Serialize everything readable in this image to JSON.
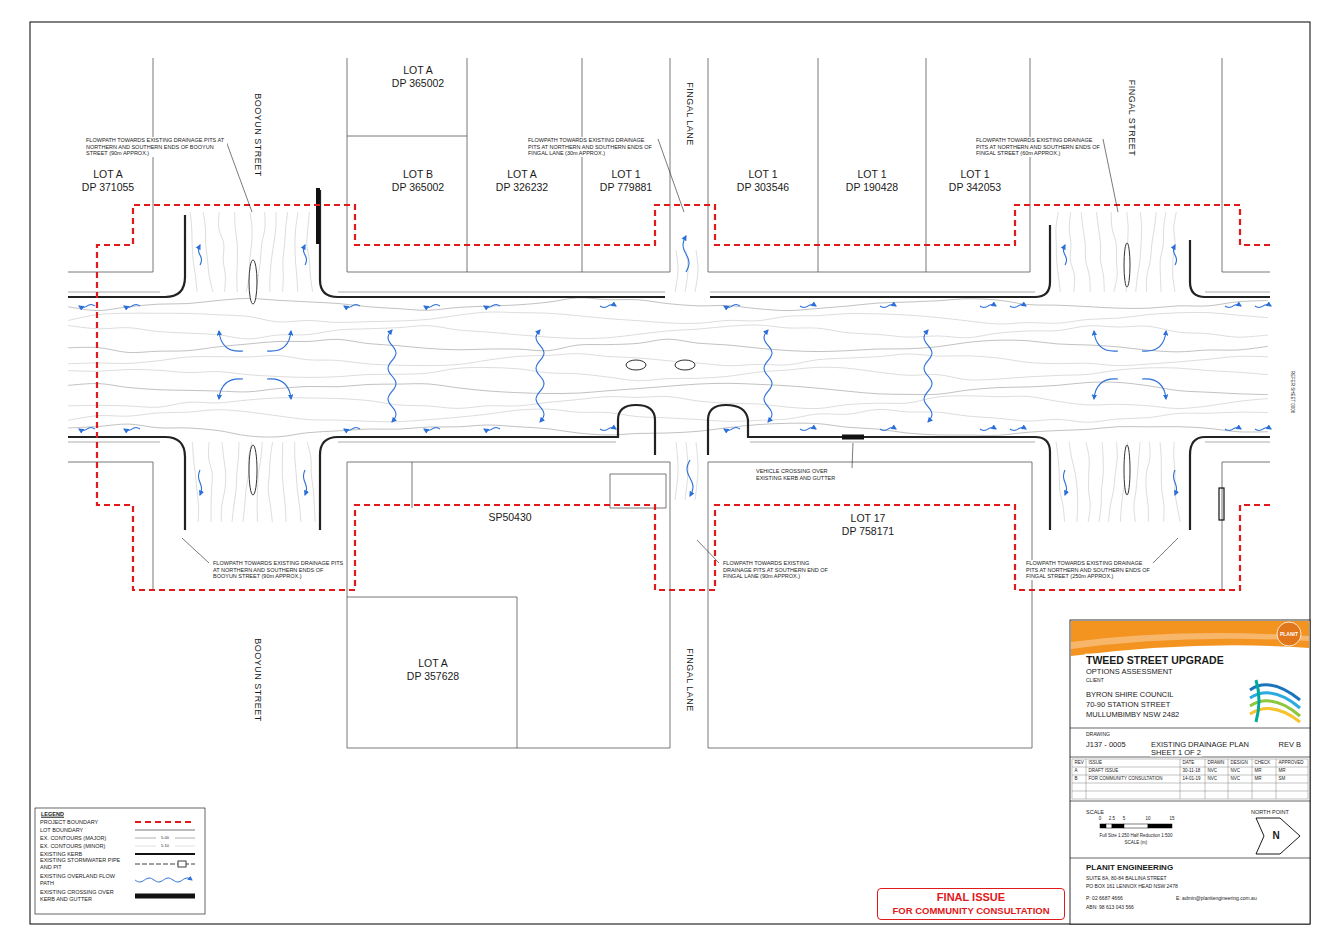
{
  "diagram": {
    "nodes": [
      {
        "text": [
          "LOT A",
          "DP 365002"
        ]
      },
      {
        "text": [
          "LOT A",
          "DP 371055"
        ]
      },
      {
        "text": [
          "LOT B",
          "DP 365002"
        ]
      },
      {
        "text": [
          "LOT A",
          "DP 326232"
        ]
      },
      {
        "text": [
          "LOT 1",
          "DP 779881"
        ]
      },
      {
        "text": [
          "LOT 1",
          "DP 303546"
        ]
      },
      {
        "text": [
          "LOT 1",
          "DP 190428"
        ]
      },
      {
        "text": [
          "LOT 1",
          "DP 342053"
        ]
      },
      {
        "text": [
          "SP50430"
        ]
      },
      {
        "text": [
          "LOT 17",
          "DP 758171"
        ]
      },
      {
        "text": [
          "LOT A",
          "DP 357628"
        ]
      },
      {
        "text": [
          "FINAL ISSUE",
          "FOR COMMUNITY CONSULTATION"
        ]
      }
    ],
    "labels": [
      "BOOYUN STREET",
      "FINGAL LANE",
      "FINGAL STREET",
      "FLOWPATH TOWARDS EXISTING DRAINAGE PITS AT NORTHERN AND SOUTHERN ENDS OF BOOYUN STREET (90m APPROX.)",
      "FLOWPATH TOWARDS EXISTING DRAINAGE PITS AT NORTHERN AND SOUTHERN ENDS OF FINGAL LANE (30m APPROX.)",
      "FLOWPATH TOWARDS EXISTING DRAINAGE PITS AT NORTHERN AND SOUTHERN ENDS OF FINGAL STREET (60m APPROX.)",
      "FLOWPATH TOWARDS EXISTING DRAINAGE PITS AT NORTHERN AND SOUTHERN ENDS OF BOOYUN STREET (90m APPROX.)",
      "VEHICLE CROSSING OVER EXISTING KERB AND GUTTER",
      "FLOWPATH TOWARDS EXISTING DRAINAGE PITS AT SOUTHERN END OF FINGAL LANE (90m APPROX.)",
      "FLOWPATH TOWARDS EXISTING DRAINAGE PITS AT NORTHERN AND SOUTHERN ENDS OF FINGAL STREET (250m APPROX.)",
      "REFER SHEET 0006",
      "BOOYUN STREET",
      "FINGAL LANE",
      "PLANIT",
      "TWEED STREET UPGRADE",
      "OPTIONS ASSESSMENT",
      "CLIENT",
      "BYRON SHIRE COUNCIL",
      "70-90 STATION STREET",
      "MULLUMBIMBY NSW 2482",
      "DRAWING",
      "J137 - 0005",
      "EXISTING DRAINAGE PLAN",
      "SHEET 1 OF 2",
      "REV B",
      "REV",
      "ISSUE",
      "DATE",
      "DRAWN",
      "DESIGN",
      "CHECK",
      "APPROVED",
      "A",
      "DRAFT ISSUE",
      "30-11-18",
      "NVC",
      "NVC",
      "MR",
      "MR",
      "B",
      "FOR COMMUNITY CONSULTATION",
      "14-01-19",
      "NVC",
      "NVC",
      "MR",
      "SM",
      "SCALE",
      "NORTH POINT",
      "0",
      "2.5",
      "5",
      "10",
      "15",
      "Full Size 1:250 Half Reduction 1:500",
      "SCALE (m)",
      "N",
      "PLANIT ENGINEERING",
      "SUITE 8A, 80-84 BALLINA STREET",
      "PO BOX 161 LENNOX HEAD NSW 2478",
      "P: 02 6687 4666",
      "E: admin@planitengineering.com.au",
      "ABN: 98 613 043 566",
      "LEGEND",
      "5.00",
      "5.10"
    ],
    "legend": [
      {
        "text": "PROJECT BOUNDARY"
      },
      {
        "text": "LOT BOUNDARY"
      },
      {
        "text": "EX. CONTOURS (MAJOR)"
      },
      {
        "text": "EX. CONTOURS (MINOR)"
      },
      {
        "text": "EXISTING KERB"
      },
      {
        "text": "EXISTING STORMWATER PIPE AND PIT"
      },
      {
        "text": "EXISTING OVERLAND FLOW PATH"
      },
      {
        "text": "EXISTING CROSSING OVER KERB AND GUTTER"
      }
    ]
  }
}
